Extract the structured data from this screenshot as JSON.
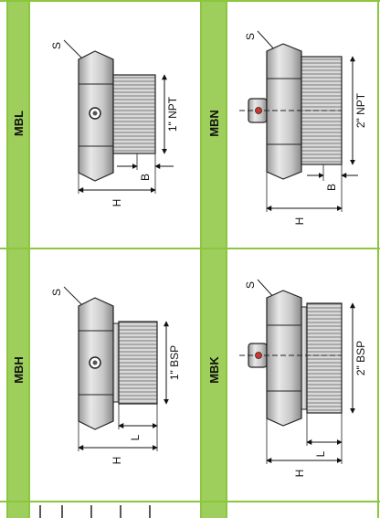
{
  "colors": {
    "border": "#8cc63f",
    "band": "#9ecf5c",
    "steel": "#cfcfcf",
    "steel_dark": "#8a8a8a",
    "line": "#222222",
    "accent": "#d4342b"
  },
  "icons": [
    "hex-nut-icon",
    "threaded-shank-icon",
    "dimension-arrow-icon"
  ],
  "cells": [
    {
      "model": "MBL",
      "s": "S",
      "h": "H",
      "thread": "1\" NPT",
      "small": "B"
    },
    {
      "model": "MBN",
      "s": "S",
      "h": "H",
      "thread": "2\" NPT",
      "small": "B"
    },
    {
      "model": "MBH",
      "s": "S",
      "h": "H",
      "thread": "1\" BSP",
      "small": "L"
    },
    {
      "model": "MBK",
      "s": "S",
      "h": "H",
      "thread": "2\" BSP",
      "small": "L"
    }
  ]
}
